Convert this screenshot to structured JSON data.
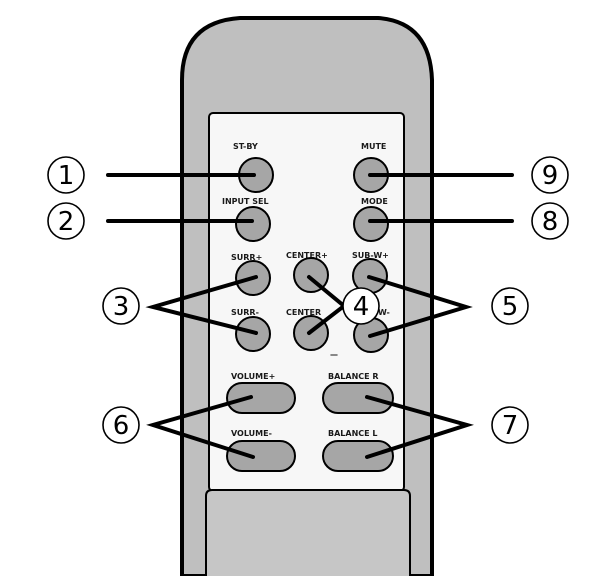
{
  "colors": {
    "remote_body": "#bfbfbf",
    "remote_outline": "#000000",
    "panel": "#f7f7f7",
    "bottom_panel": "#c6c6c6",
    "button_fill": "#a6a6a6"
  },
  "buttons": {
    "stby": "ST-BY",
    "mute": "MUTE",
    "input_sel": "INPUT  SEL",
    "mode": "MODE",
    "surr_plus": "SURR+",
    "center_plus": "CENTER+",
    "sub_w_plus": "SUB-W+",
    "surr_minus": "SURR-",
    "center_minus_top": "CENTER",
    "center_minus_dash": "—",
    "sub_w_minus": "W-",
    "volume_plus": "VOLUME+",
    "balance_r": "BALANCE  R",
    "volume_minus": "VOLUME-",
    "balance_l": "BALANCE  L"
  },
  "callouts": {
    "c1": "1",
    "c2": "2",
    "c3": "3",
    "c4": "4",
    "c5": "5",
    "c6": "6",
    "c7": "7",
    "c8": "8",
    "c9": "9"
  }
}
